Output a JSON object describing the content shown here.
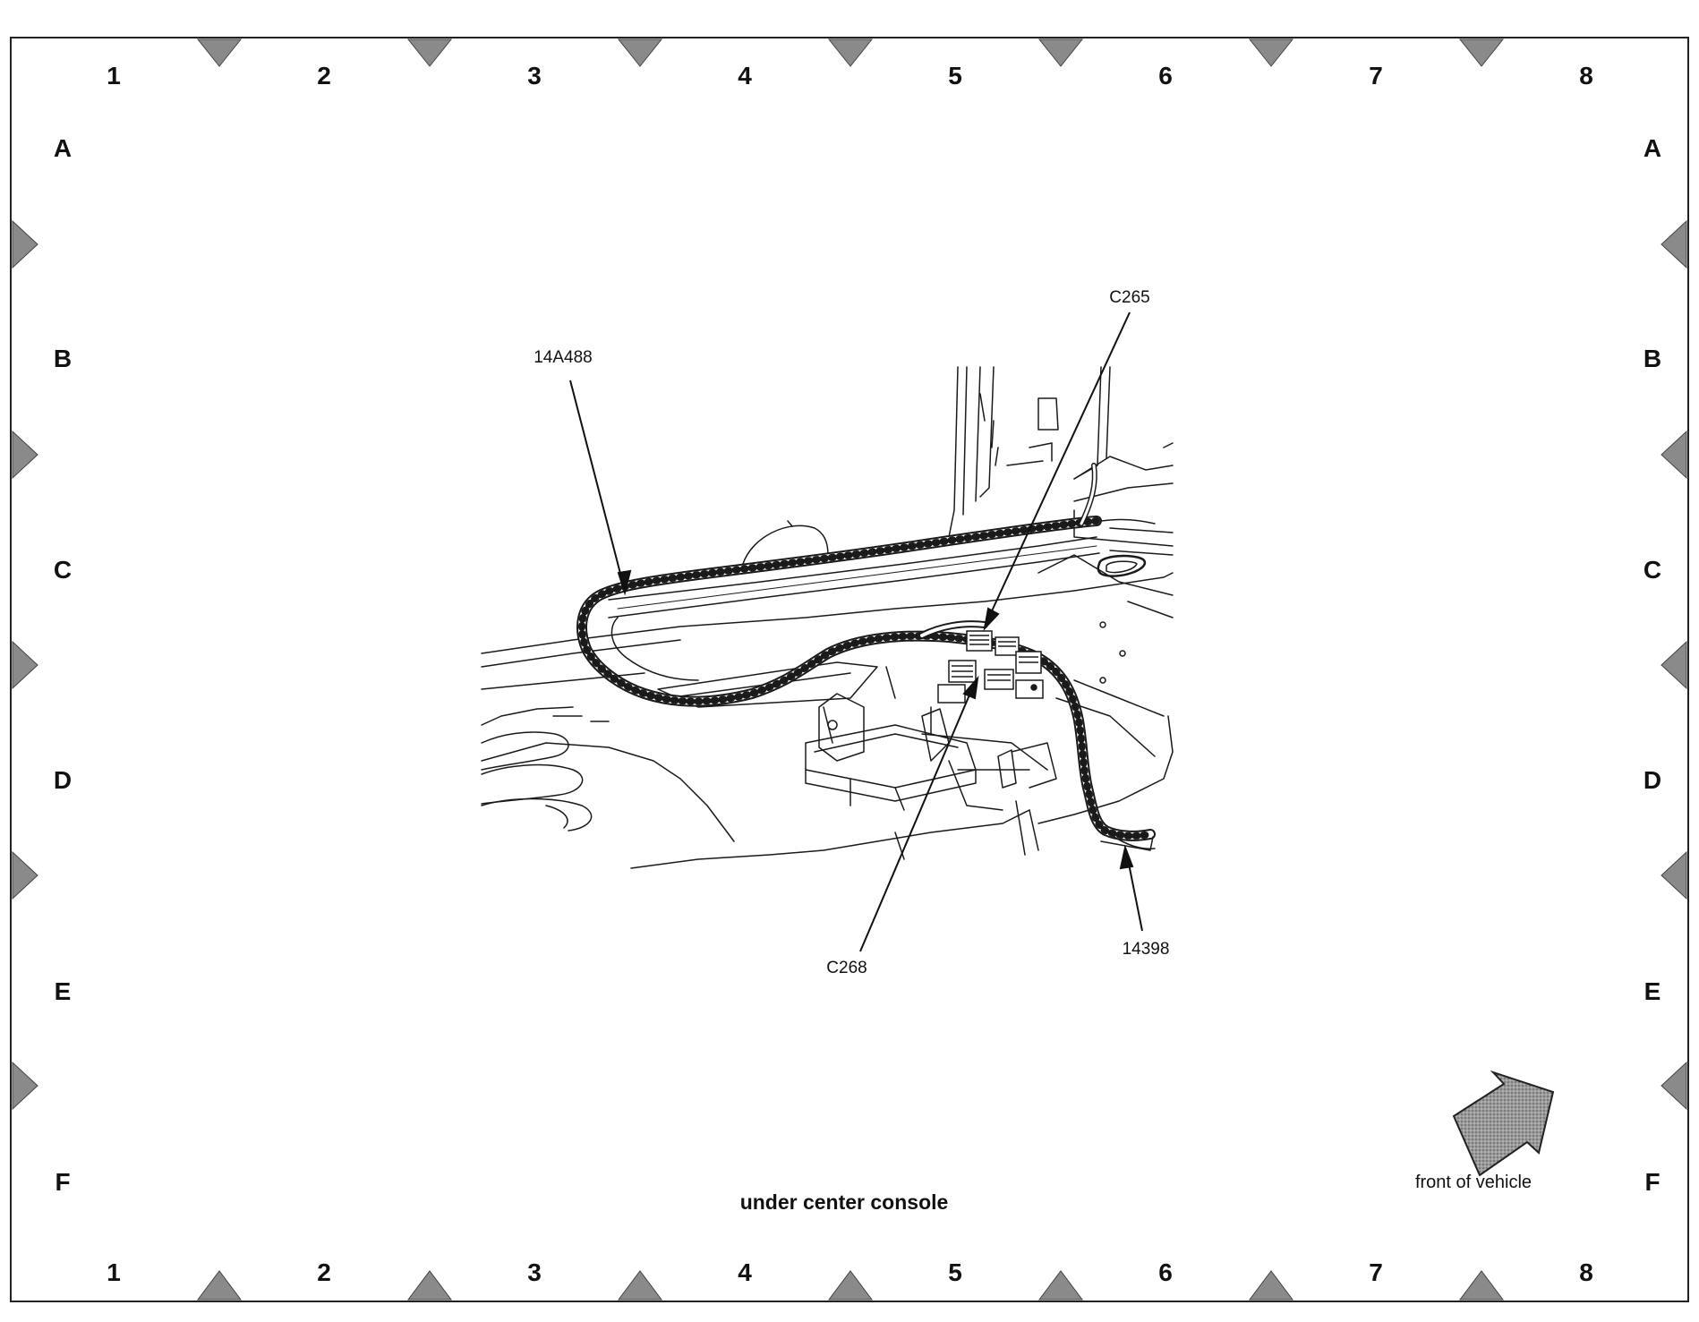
{
  "grid": {
    "columns_top": [
      "1",
      "2",
      "3",
      "4",
      "5",
      "6",
      "7",
      "8"
    ],
    "columns_bottom": [
      "1",
      "2",
      "3",
      "4",
      "5",
      "6",
      "7",
      "8"
    ],
    "rows_left": [
      "A",
      "B",
      "C",
      "D",
      "E",
      "F"
    ],
    "rows_right": [
      "A",
      "B",
      "C",
      "D",
      "E",
      "F"
    ]
  },
  "callouts": {
    "harness_14a488": "14A488",
    "connector_c265": "C265",
    "connector_c268": "C268",
    "harness_14398": "14398"
  },
  "caption": "under center console",
  "orientation": {
    "label": "front of vehicle",
    "icon": "arrow-icon"
  },
  "colors": {
    "line": "#111111",
    "marker": "#8a8a8a"
  }
}
